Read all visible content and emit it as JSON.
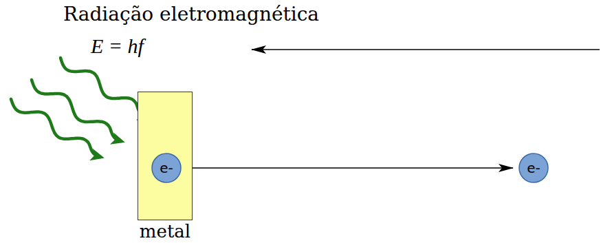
{
  "diagram": {
    "nodes": [
      {
        "text": [
          "metal"
        ]
      },
      {
        "text": [
          "e-"
        ],
        "in": 0
      },
      {
        "text": [
          "e-"
        ]
      }
    ],
    "edges": [
      {
        "from": 1,
        "to": 2,
        "arrow": "to"
      }
    ],
    "labels": [
      "Radiação eletromagnética",
      "E = hf"
    ]
  }
}
